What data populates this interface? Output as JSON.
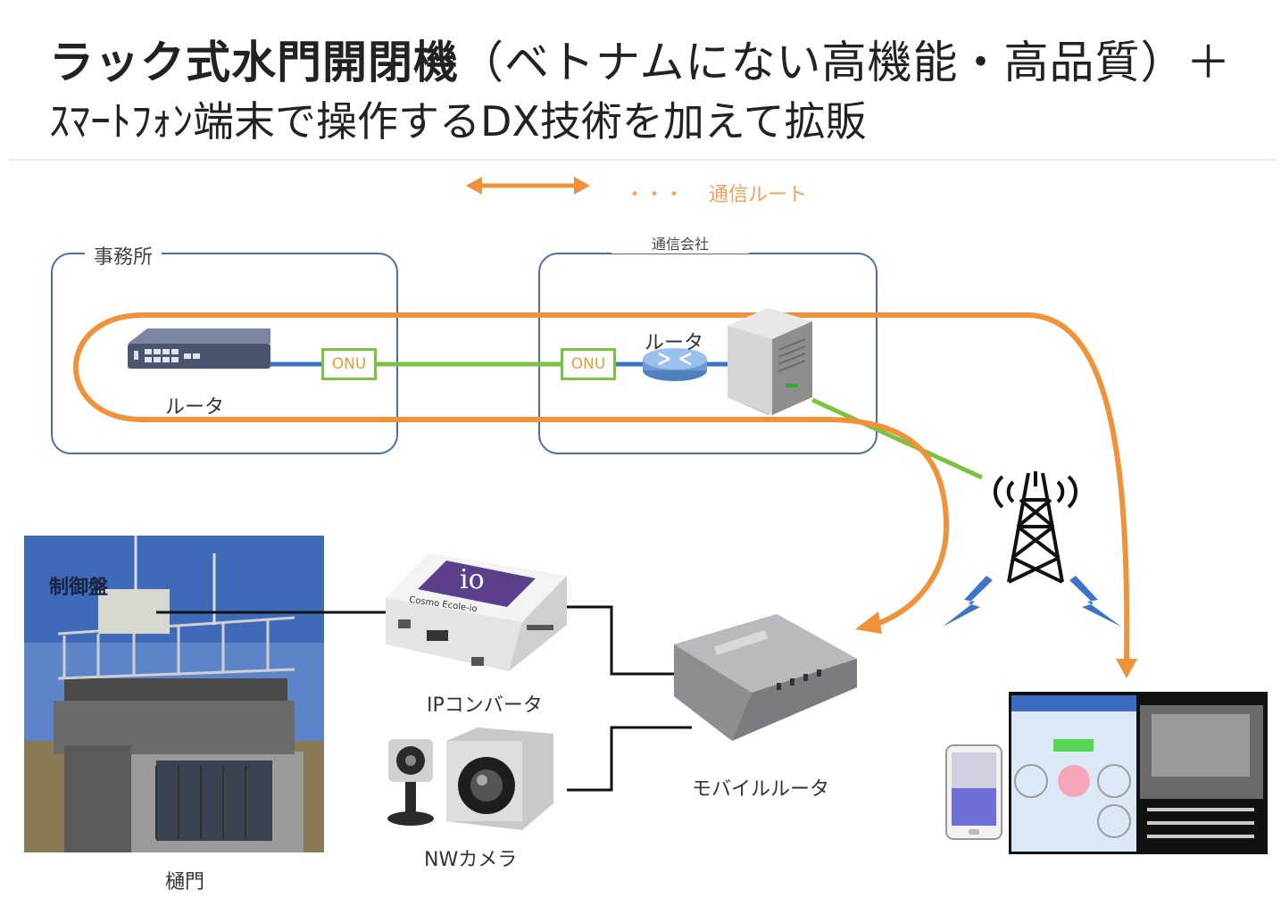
{
  "header": {
    "title_main": "ラック式水門開閉機",
    "title_sub": "（ベトナムにない高機能・高品質）＋",
    "subtitle": "ｽﾏｰﾄﾌｫﾝ端末で操作するDX技術を加えて拡販"
  },
  "legend": {
    "dots": "・・・",
    "label": "通信ルート",
    "color": "#f0a060"
  },
  "office": {
    "label": "事務所",
    "router_label": "ルータ",
    "onu_label": "ONU"
  },
  "carrier": {
    "label": "通信会社",
    "router_label": "ルータ",
    "onu_label": "ONU"
  },
  "site": {
    "control_panel_label": "制御盤",
    "gate_label": "樋門",
    "ip_converter_label": "IPコンバータ",
    "ip_converter_logo": "io",
    "ip_converter_brand": "Cosmo Ecole-io",
    "camera_label": "NWカメラ",
    "mobile_router_label": "モバイルルータ"
  },
  "colors": {
    "route": "#f0923a",
    "fiber": "#7cc242",
    "lan": "#3e74c8",
    "box_border": "#4a6fa8",
    "wire": "#111111"
  }
}
